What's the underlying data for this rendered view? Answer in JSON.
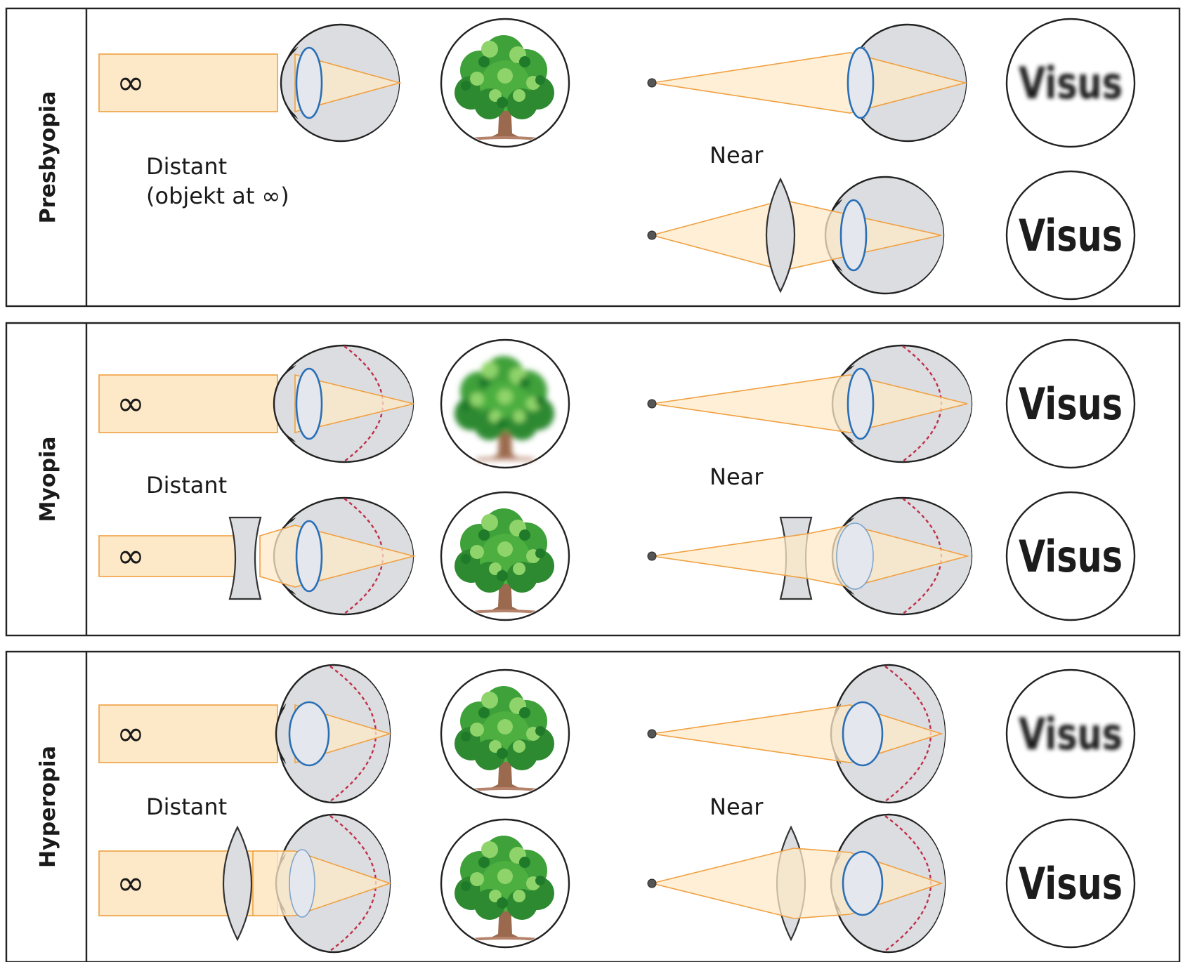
{
  "panels": [
    {
      "title": "Presbyopia",
      "distant_label": [
        "Distant",
        "(objekt at ∞)"
      ],
      "near_label": "Near",
      "infinity_symbol": "∞",
      "visus": [
        "Visus",
        "Visus"
      ]
    },
    {
      "title": "Myopia",
      "distant_label": [
        "Distant"
      ],
      "near_label": "Near",
      "infinity_symbol": "∞",
      "visus": [
        "Visus",
        "Visus"
      ]
    },
    {
      "title": "Hyperopia",
      "distant_label": [
        "Distant"
      ],
      "near_label": "Near",
      "infinity_symbol": "∞",
      "visus": [
        "Visus",
        "Visus"
      ]
    }
  ],
  "colors": {
    "beam_fill": "#fde9c8",
    "beam_stroke": "#f0a040",
    "eye_fill": "#dcdde0",
    "lens_stroke": "#2a6fb5",
    "retina_dashed": "#c0304a",
    "tree_leaf": "#3fa13a",
    "tree_trunk": "#9b6a4e"
  }
}
